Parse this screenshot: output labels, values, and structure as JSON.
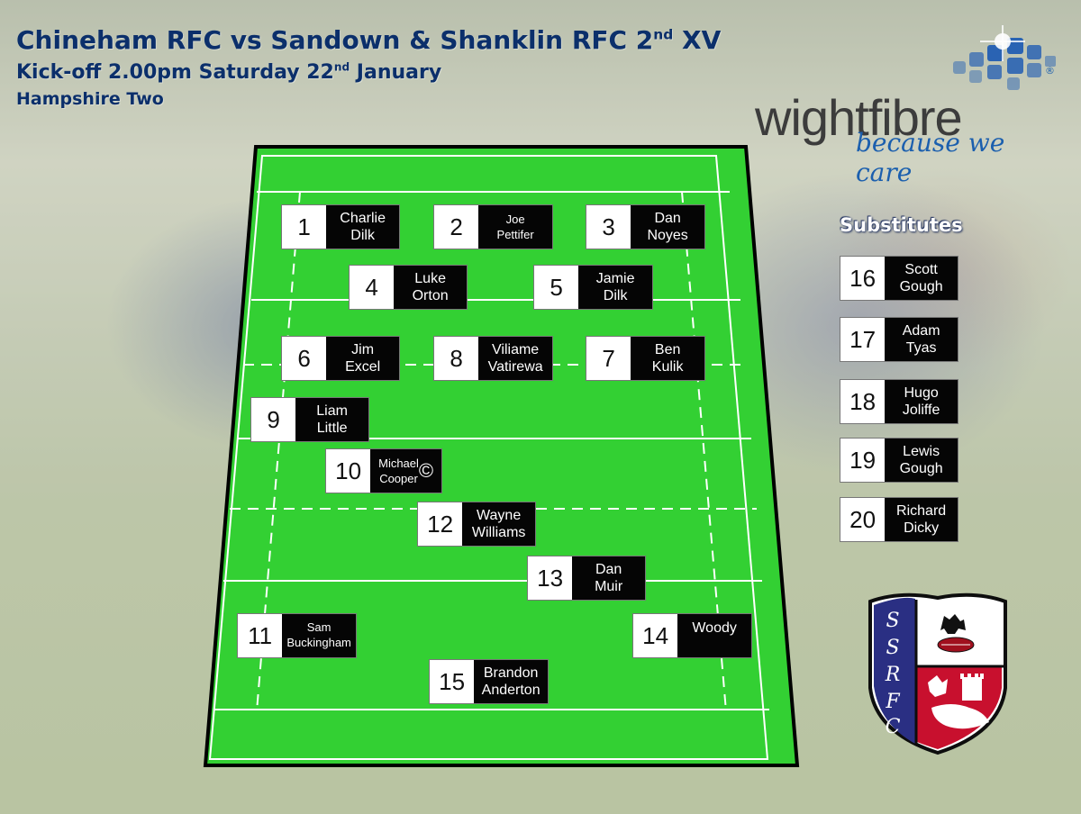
{
  "header": {
    "title_main": "Chineham RFC vs Sandown & Shanklin RFC 2",
    "title_sup": "nd",
    "title_end": " XV",
    "kickoff_main": "Kick-off 2.00pm Saturday 22",
    "kickoff_sup": "nd",
    "kickoff_end": " January",
    "league": "Hampshire Two"
  },
  "sponsor": {
    "name": "wightfibre",
    "tagline": "because we care",
    "registered": "®"
  },
  "starters": [
    {
      "number": "1",
      "first": "Charlie",
      "last": "Dilk"
    },
    {
      "number": "2",
      "first": "Joe",
      "last": "Pettifer"
    },
    {
      "number": "3",
      "first": "Dan",
      "last": "Noyes"
    },
    {
      "number": "4",
      "first": "Luke",
      "last": "Orton"
    },
    {
      "number": "5",
      "first": "Jamie",
      "last": "Dilk"
    },
    {
      "number": "6",
      "first": "Jim",
      "last": "Excel"
    },
    {
      "number": "8",
      "first": "Viliame",
      "last": "Vatirewa"
    },
    {
      "number": "7",
      "first": "Ben",
      "last": "Kulik"
    },
    {
      "number": "9",
      "first": "Liam",
      "last": "Little"
    },
    {
      "number": "10",
      "first": "Michael",
      "last": "Cooper",
      "captain_mark": "©"
    },
    {
      "number": "12",
      "first": "Wayne",
      "last": "Williams"
    },
    {
      "number": "13",
      "first": "Dan",
      "last": "Muir"
    },
    {
      "number": "11",
      "first": "Sam",
      "last": "Buckingham"
    },
    {
      "number": "14",
      "first": "Woody",
      "last": ""
    },
    {
      "number": "15",
      "first": "Brandon",
      "last": "Anderton"
    }
  ],
  "substitutes_title": "Substitutes",
  "substitutes": [
    {
      "number": "16",
      "first": "Scott",
      "last": "Gough"
    },
    {
      "number": "17",
      "first": "Adam",
      "last": "Tyas"
    },
    {
      "number": "18",
      "first": "Hugo",
      "last": "Joliffe"
    },
    {
      "number": "19",
      "first": "Lewis",
      "last": "Gough"
    },
    {
      "number": "20",
      "first": "Richard",
      "last": "Dicky"
    }
  ],
  "crest": {
    "letters": [
      "S",
      "S",
      "R",
      "F",
      "C"
    ]
  },
  "colors": {
    "pitch": "#33d033",
    "title": "#0b2f6b",
    "crest_blue": "#2a2f83",
    "crest_red": "#c8102e",
    "sponsor_blue": "#1b5fae"
  }
}
